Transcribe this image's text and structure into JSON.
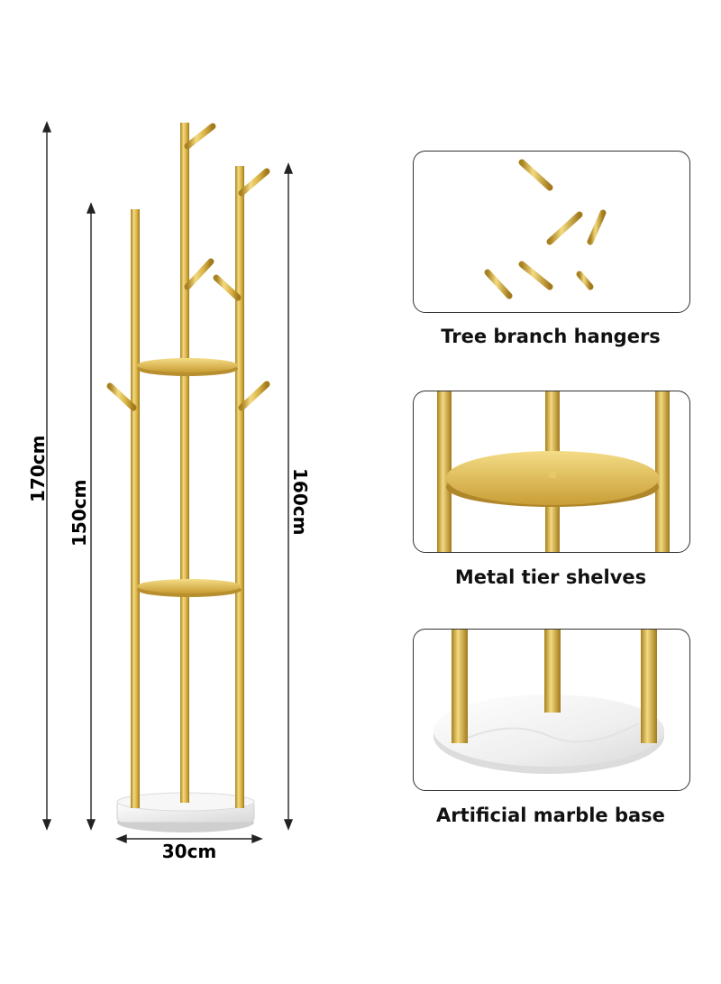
{
  "dimensions": {
    "height_total": "170cm",
    "height_short": "150cm",
    "height_mid": "160cm",
    "base_width": "30cm"
  },
  "features": [
    {
      "caption": "Tree branch hangers"
    },
    {
      "caption": "Metal tier shelves"
    },
    {
      "caption": "Artificial marble base"
    }
  ],
  "colors": {
    "gold": "#d9b44a",
    "gold_dark": "#b08a2a",
    "gold_light": "#f0d77a",
    "marble": "#f2f2f2"
  }
}
